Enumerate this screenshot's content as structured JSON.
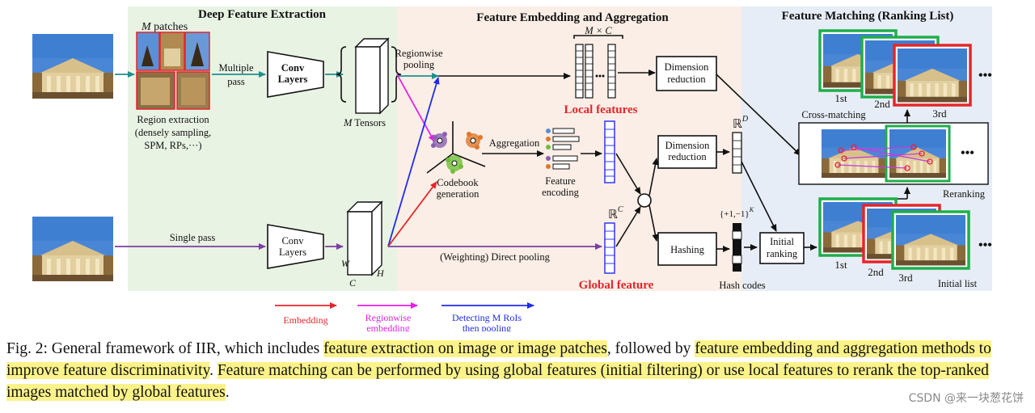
{
  "panels": {
    "extraction": {
      "title": "Deep Feature Extraction",
      "color": "#e9f3e4"
    },
    "embedding": {
      "title": "Feature Embedding and Aggregation",
      "color": "#fbeee6"
    },
    "matching": {
      "title": "Feature Matching (Ranking List)",
      "color": "#e7edf6"
    }
  },
  "extraction": {
    "patches_title_italic": "M",
    "patches_title_rest": " patches",
    "region_line1": "Region extraction",
    "region_line2": "(densely sampling,",
    "region_line3": "SPM, RPs,···)",
    "multiple_pass_1": "Multiple",
    "multiple_pass_2": "pass",
    "conv_1": "Conv",
    "conv_2": "Layers",
    "tensors_italic": "M",
    "tensors_rest": " Tensors",
    "single_pass": "Single pass",
    "dim_w": "W",
    "dim_c": "C",
    "dim_h": "H"
  },
  "embedding": {
    "regionwise_pooling_1": "Regionwise",
    "regionwise_pooling_2": "pooling",
    "mxc": "M × C",
    "local_features": "Local features",
    "aggregation": "Aggregation",
    "codebook_1": "Codebook",
    "codebook_2": "generation",
    "feature_encoding_1": "Feature",
    "feature_encoding_2": "encoding",
    "rc": "ℝ",
    "rc_sup": "C",
    "weighting": "(Weighting) Direct pooling",
    "global_feature": "Global feature",
    "dim_red_1": "Dimension",
    "dim_red_2": "reduction",
    "rd": "ℝ",
    "rd_sup": "D",
    "hashing": "Hashing",
    "hash_set": "{+1,−1}",
    "hash_sup": "K",
    "hash_codes": "Hash codes",
    "initial_ranking_1": "Initial",
    "initial_ranking_2": "ranking"
  },
  "matching": {
    "first": "1st",
    "second": "2nd",
    "third": "3rd",
    "cross_matching": "Cross-matching",
    "reranking": "Reranking",
    "initial_list": "Initial list",
    "ellipsis": "•••"
  },
  "legend": {
    "embedding": "Embedding",
    "regionwise_1": "Regionwise",
    "regionwise_2": "embedding",
    "detecting_1": "Detecting M RoIs",
    "detecting_2": "then pooling"
  },
  "colors": {
    "teal": "#1f8f8f",
    "purple": "#7a3fa0",
    "red": "#e3262b",
    "magenta": "#e81ee8",
    "blue": "#1f2bea",
    "green_frame": "#1fae4b",
    "red_frame": "#e3262b",
    "codebook_purple": "#8b5fb0",
    "codebook_orange": "#e0772a",
    "codebook_green": "#6fbf3a"
  },
  "caption": {
    "part1": "Fig. 2: General framework of IIR, which includes ",
    "hl1": "feature extraction on image or image patches",
    "part2": ", followed by ",
    "hl2": "feature embedding and aggregation methods to improve feature discriminativity",
    "part3": ". ",
    "hl3": "Feature matching can be performed by using global features (initial filtering) or use local features to rerank the top-ranked images matched by global features",
    "part4": "."
  },
  "watermark": "CSDN @来一块葱花饼"
}
